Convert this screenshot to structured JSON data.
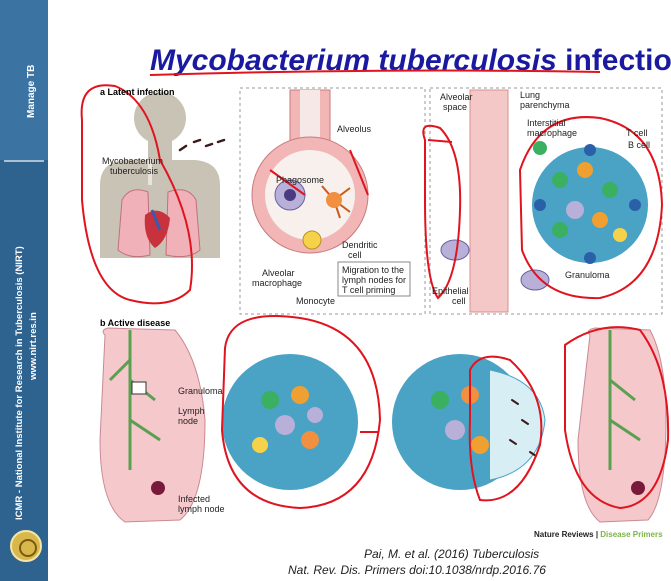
{
  "sidebar": {
    "section_label": "Manage TB",
    "institute_line1": "ICMR - National Institute for Research in Tuberculosis (NIRT)",
    "institute_line2": "www.nirt.res.in"
  },
  "title": {
    "italic_part": "Mycobacterium tuberculosis",
    "plain_part": " infection"
  },
  "panel_a": {
    "heading": "a  Latent infection",
    "labels": {
      "mycobacterium": [
        "Mycobacterium",
        "tuberculosis"
      ],
      "alveolus": "Alveolus",
      "phagosome": "Phagosome",
      "alveolar_macrophage": [
        "Alveolar",
        "macrophage"
      ],
      "monocyte": "Monocyte",
      "dendritic_cell": [
        "Dendritic",
        "cell"
      ],
      "migration": [
        "Migration to the",
        "lymph nodes for",
        "T cell priming"
      ],
      "alveolar_space": [
        "Alveolar",
        "space"
      ],
      "lung_parenchyma": [
        "Lung",
        "parenchyma"
      ],
      "interstitial_macrophage": [
        "Interstitial",
        "macrophage"
      ],
      "t_cell": "T cell",
      "b_cell": "B cell",
      "granuloma": "Granuloma",
      "epithelial_cell": [
        "Epithelial",
        "cell"
      ]
    }
  },
  "panel_b": {
    "heading": "b  Active disease",
    "labels": {
      "granuloma": "Granuloma",
      "lymph_node": [
        "Lymph",
        "node"
      ],
      "infected_lymph_node": [
        "Infected",
        "lymph node"
      ]
    }
  },
  "credit": {
    "nature": "Nature Reviews",
    "separator": " | ",
    "series": "Disease Primers"
  },
  "citation": {
    "line1": "Pai, M. et al. (2016) Tuberculosis",
    "line2": "Nat. Rev. Dis. Primers doi:10.1038/nrdp.2016.76"
  },
  "colors": {
    "sidebar": "#2e6390",
    "title": "#1a1aa0",
    "annotation_red": "#e0141e",
    "granuloma_bg": "#4aa2c4"
  }
}
